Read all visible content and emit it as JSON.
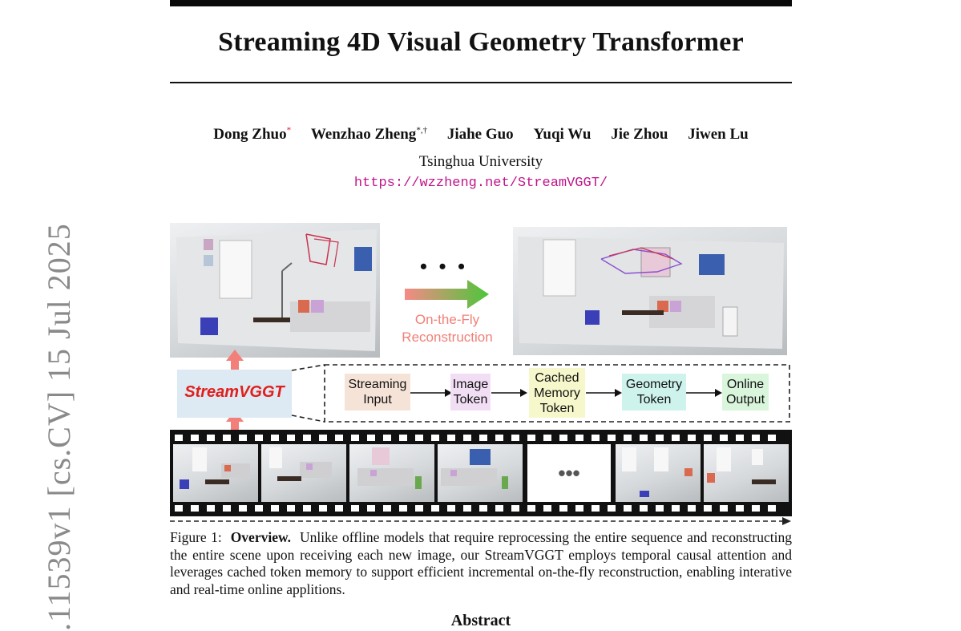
{
  "paper": {
    "title": "Streaming 4D Visual Geometry Transformer",
    "authors": [
      {
        "name": "Dong Zhuo",
        "mark": "*"
      },
      {
        "name": "Wenzhao Zheng",
        "mark": "*,†"
      },
      {
        "name": "Jiahe Guo",
        "mark": ""
      },
      {
        "name": "Yuqi Wu",
        "mark": ""
      },
      {
        "name": "Jie Zhou",
        "mark": ""
      },
      {
        "name": "Jiwen Lu",
        "mark": ""
      }
    ],
    "affiliation": "Tsinghua University",
    "url": "https://wzzheng.net/StreamVGGT/",
    "arxiv_id": ".11539v1  [cs.CV]  15 Jul 2025"
  },
  "figure": {
    "ellipsis": "• • •",
    "fly_label_line1": "On-the-Fly",
    "fly_label_line2": "Reconstruction",
    "model_label": "StreamVGGT",
    "pipeline": [
      {
        "lines": [
          "Streaming",
          "Input"
        ],
        "color": "#f6e3d8"
      },
      {
        "lines": [
          "Image",
          "Token"
        ],
        "color": "#f1ddf4"
      },
      {
        "lines": [
          "Cached",
          "Memory",
          "Token"
        ],
        "color": "#f7f7cc"
      },
      {
        "lines": [
          "Geometry",
          "Token"
        ],
        "color": "#cdf3ec"
      },
      {
        "lines": [
          "Online",
          "Output"
        ],
        "color": "#d9f6dc"
      }
    ],
    "film_ellipsis": "•••",
    "accent_colors": {
      "arrow_start": "#f58a86",
      "arrow_end": "#4cc63a",
      "model_text": "#e0201c",
      "link": "#c0148a"
    }
  },
  "caption": {
    "label": "Figure 1:",
    "bold": "Overview.",
    "text": "Unlike offline models that require reprocessing the entire sequence and reconstructing the entire scene upon receiving each new image, our StreamVGGT employs temporal causal attention and leverages cached token memory to support efficient incremental on-the-fly reconstruction, enabling interative and real-time online applitions."
  },
  "abstract_heading": "Abstract"
}
